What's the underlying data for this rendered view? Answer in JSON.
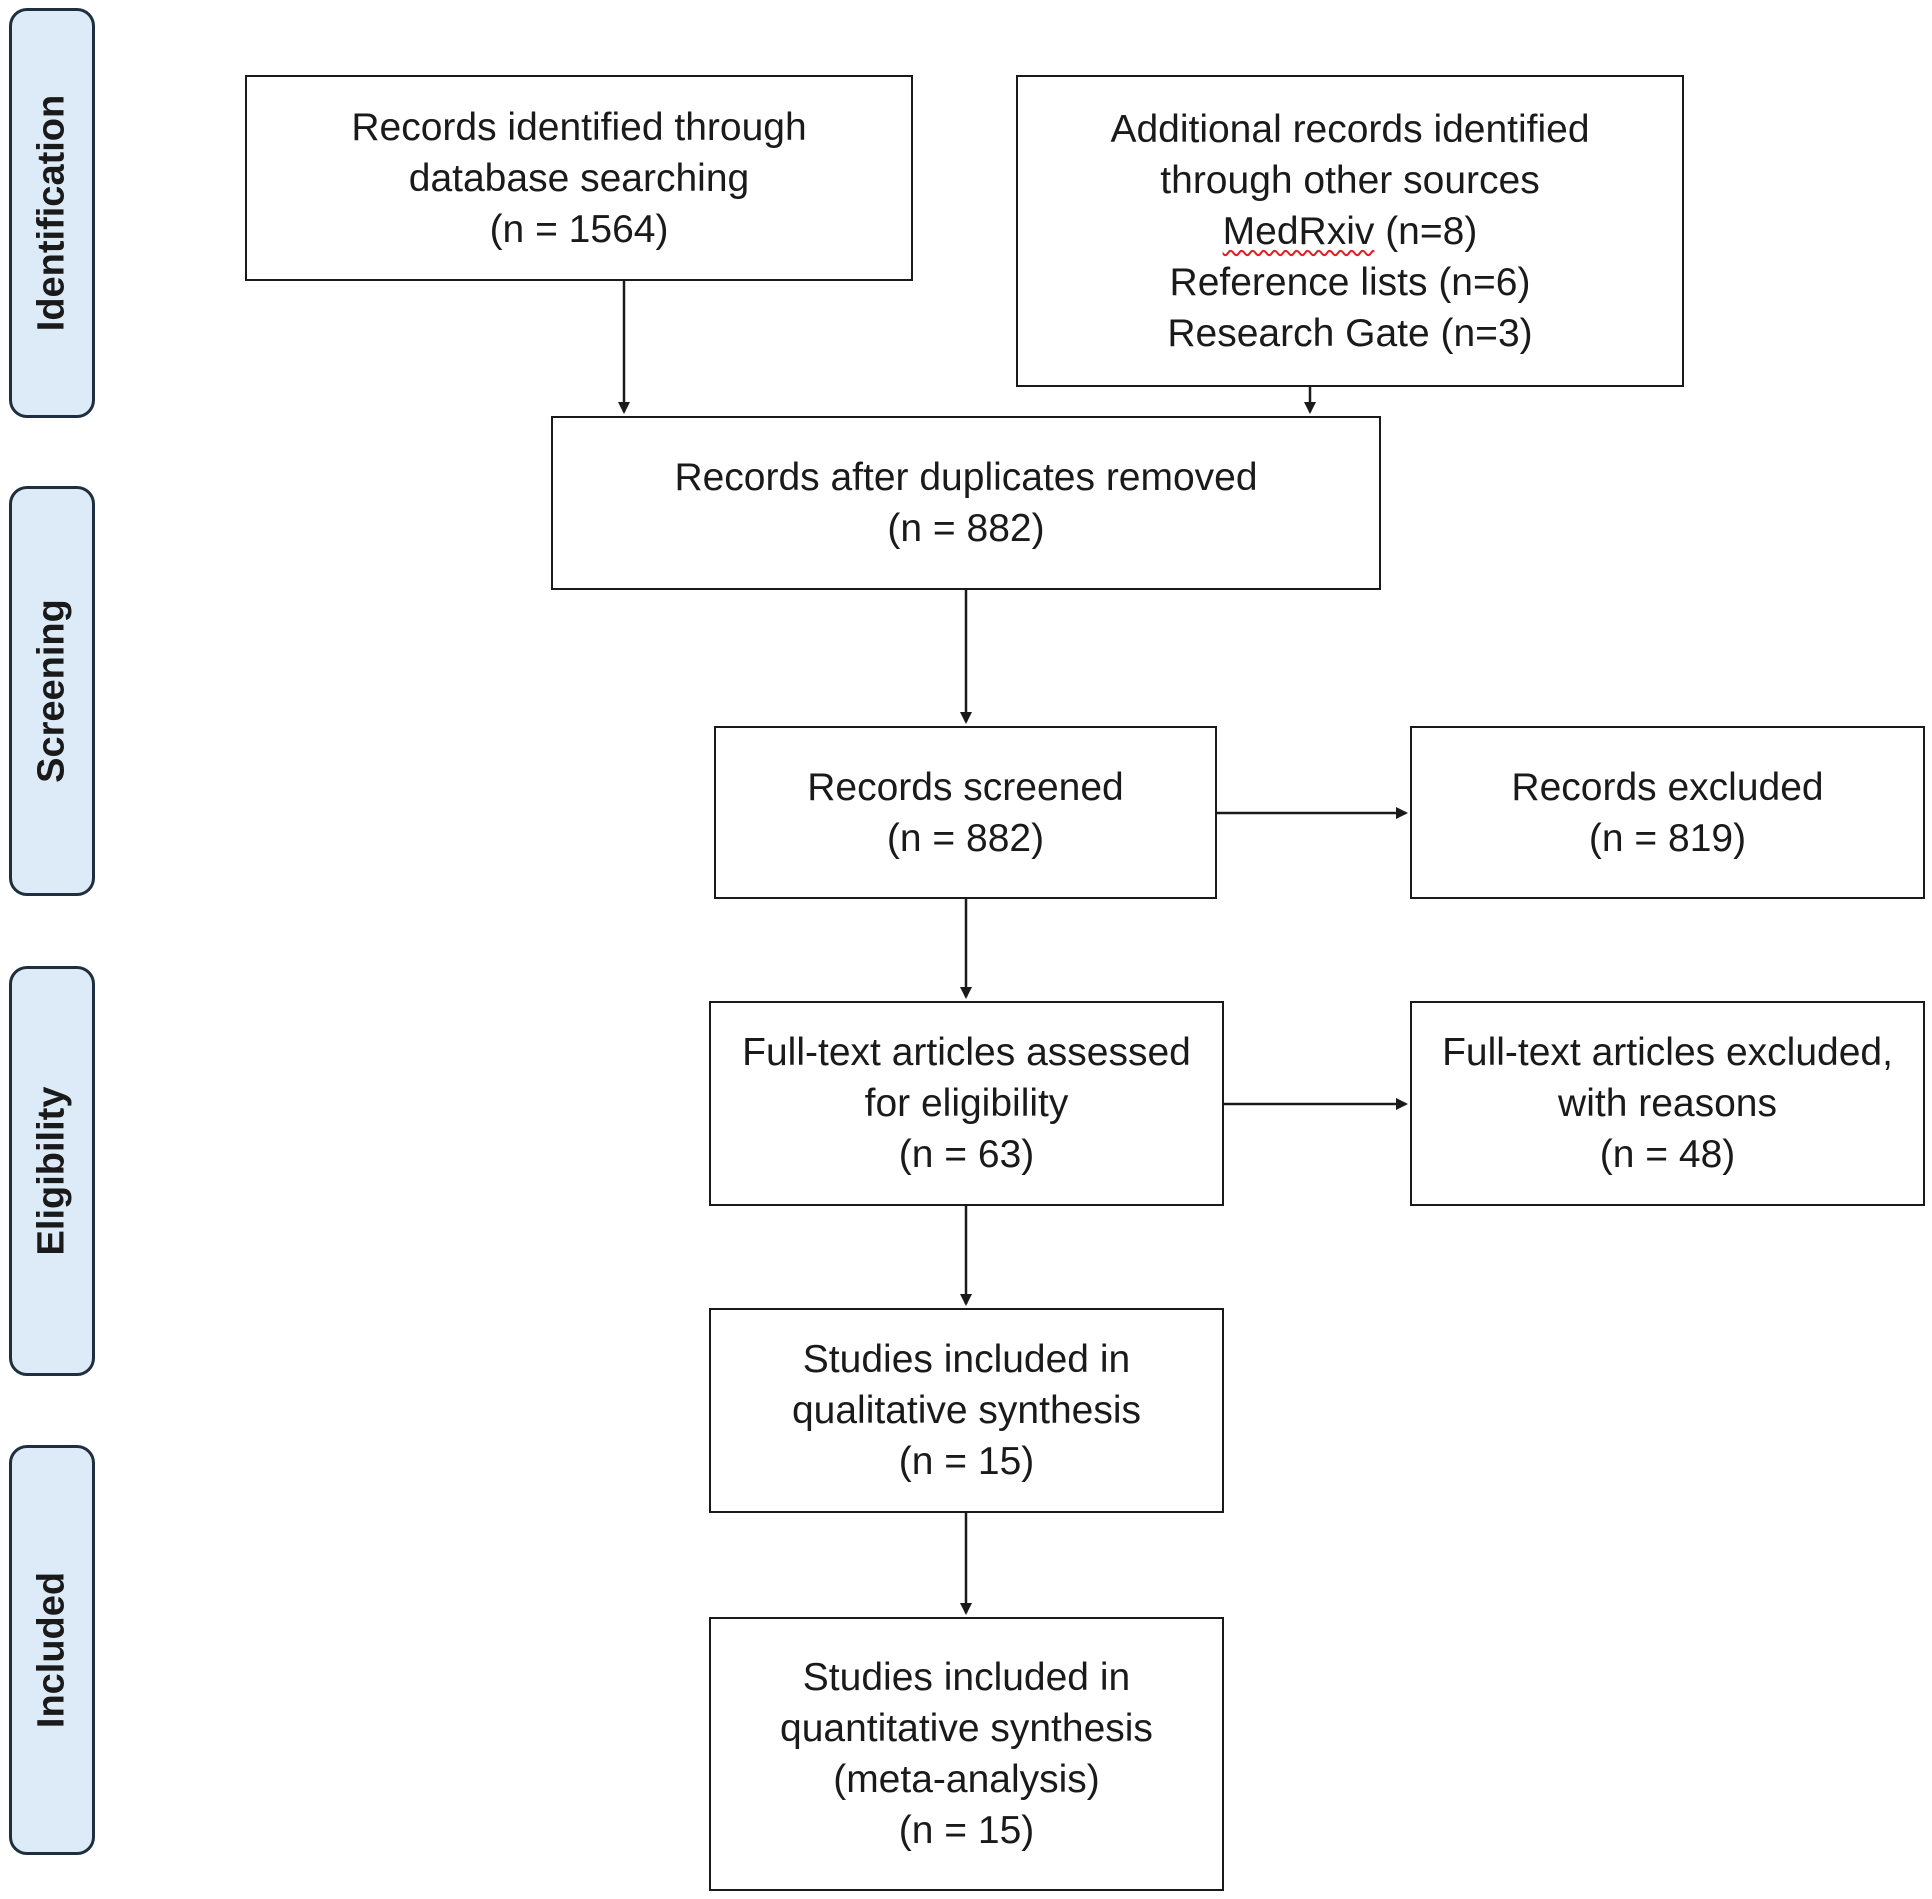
{
  "stages": {
    "identification": "Identification",
    "screening": "Screening",
    "eligibility": "Eligibility",
    "included": "Included"
  },
  "boxes": {
    "database": [
      "Records identified through",
      "database searching",
      "(n = 1564)"
    ],
    "other_sources": {
      "line1": "Additional records identified",
      "line2": "through other sources",
      "medrxiv_name": "MedRxiv",
      "medrxiv_count": " (n=8)",
      "line4": "Reference lists (n=6)",
      "line5": "Research Gate (n=3)"
    },
    "duplicates_removed": [
      "Records after duplicates removed",
      "(n = 882)"
    ],
    "screened": [
      "Records screened",
      "(n = 882)"
    ],
    "excluded": [
      "Records excluded",
      "(n = 819)"
    ],
    "fulltext_assessed": [
      "Full-text articles assessed",
      "for eligibility",
      "(n = 63)"
    ],
    "fulltext_excluded": [
      "Full-text articles excluded,",
      "with reasons",
      "(n = 48)"
    ],
    "qualitative": [
      "Studies included in",
      "qualitative synthesis",
      "(n = 15)"
    ],
    "quantitative": [
      "Studies included in",
      "quantitative synthesis",
      "(meta-analysis)",
      "(n = 15)"
    ]
  },
  "colors": {
    "stage_fill": "#dcebf7",
    "stage_border": "#1f2f3f",
    "box_border": "#1a1a1a",
    "spellcheck_underline": "#e02020"
  }
}
